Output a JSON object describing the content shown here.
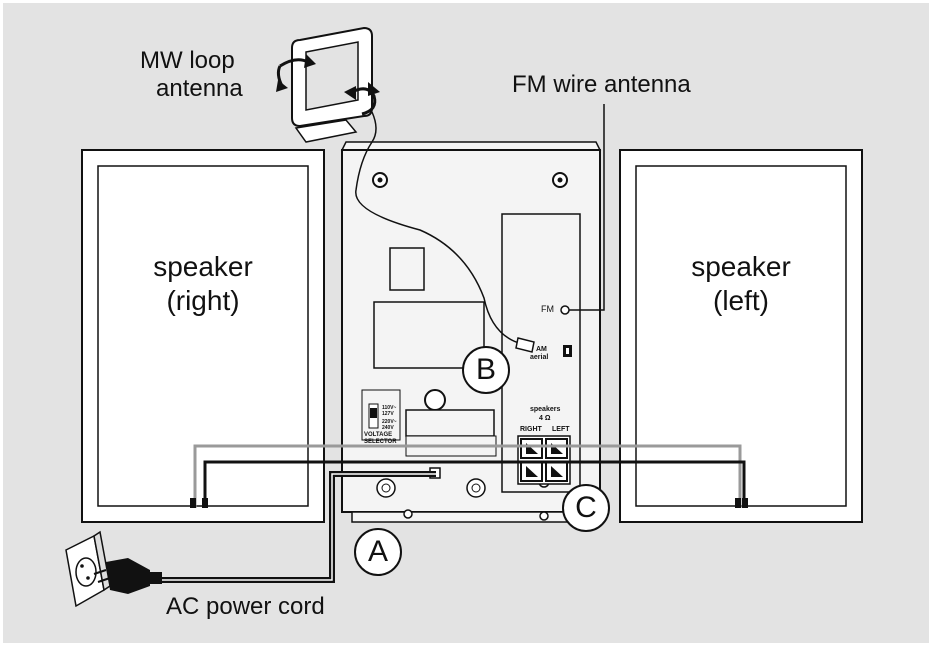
{
  "labels": {
    "mw_antenna": [
      "MW loop",
      "antenna"
    ],
    "fm_antenna": "FM wire antenna",
    "speaker_right": [
      "speaker",
      "(right)"
    ],
    "speaker_left": [
      "speaker",
      "(left)"
    ],
    "power_cord": "AC power cord",
    "fm_jack": "FM",
    "am_jack": "AM",
    "aerial": "aerial",
    "speakers_terminal": "speakers",
    "impedance": "4 Ω",
    "terminal_right": "RIGHT",
    "terminal_left": "LEFT",
    "voltage_selector": "VOLTAGE",
    "voltage_selector_2": "SELECTOR",
    "voltage_options": [
      "110V~",
      "127V",
      "220V~",
      "240V"
    ]
  },
  "callouts": [
    "A",
    "B",
    "C"
  ],
  "colors": {
    "background": "#e3e3e3",
    "panel": "#f4f4f4",
    "line": "#111111",
    "speaker_wire_grey": "#9a9a9a"
  },
  "icons": [
    "wall-socket-icon",
    "plug-icon",
    "loop-antenna-icon",
    "rotate-arrow-icon"
  ]
}
